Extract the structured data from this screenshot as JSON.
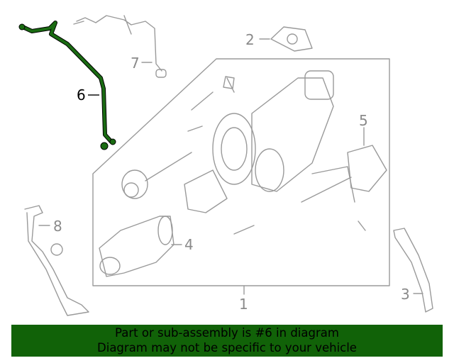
{
  "diagram": {
    "highlight_color": "#1a6b12",
    "callouts": [
      {
        "number": "1",
        "highlighted": false
      },
      {
        "number": "2",
        "highlighted": false
      },
      {
        "number": "3",
        "highlighted": false
      },
      {
        "number": "4",
        "highlighted": false
      },
      {
        "number": "5",
        "highlighted": false
      },
      {
        "number": "6",
        "highlighted": true
      },
      {
        "number": "7",
        "highlighted": false
      },
      {
        "number": "8",
        "highlighted": false
      }
    ]
  },
  "banner": {
    "background": "#116208",
    "line1": "Part or sub-assembly is #6 in diagram",
    "line2": "Diagram may not be specific to your vehicle"
  }
}
